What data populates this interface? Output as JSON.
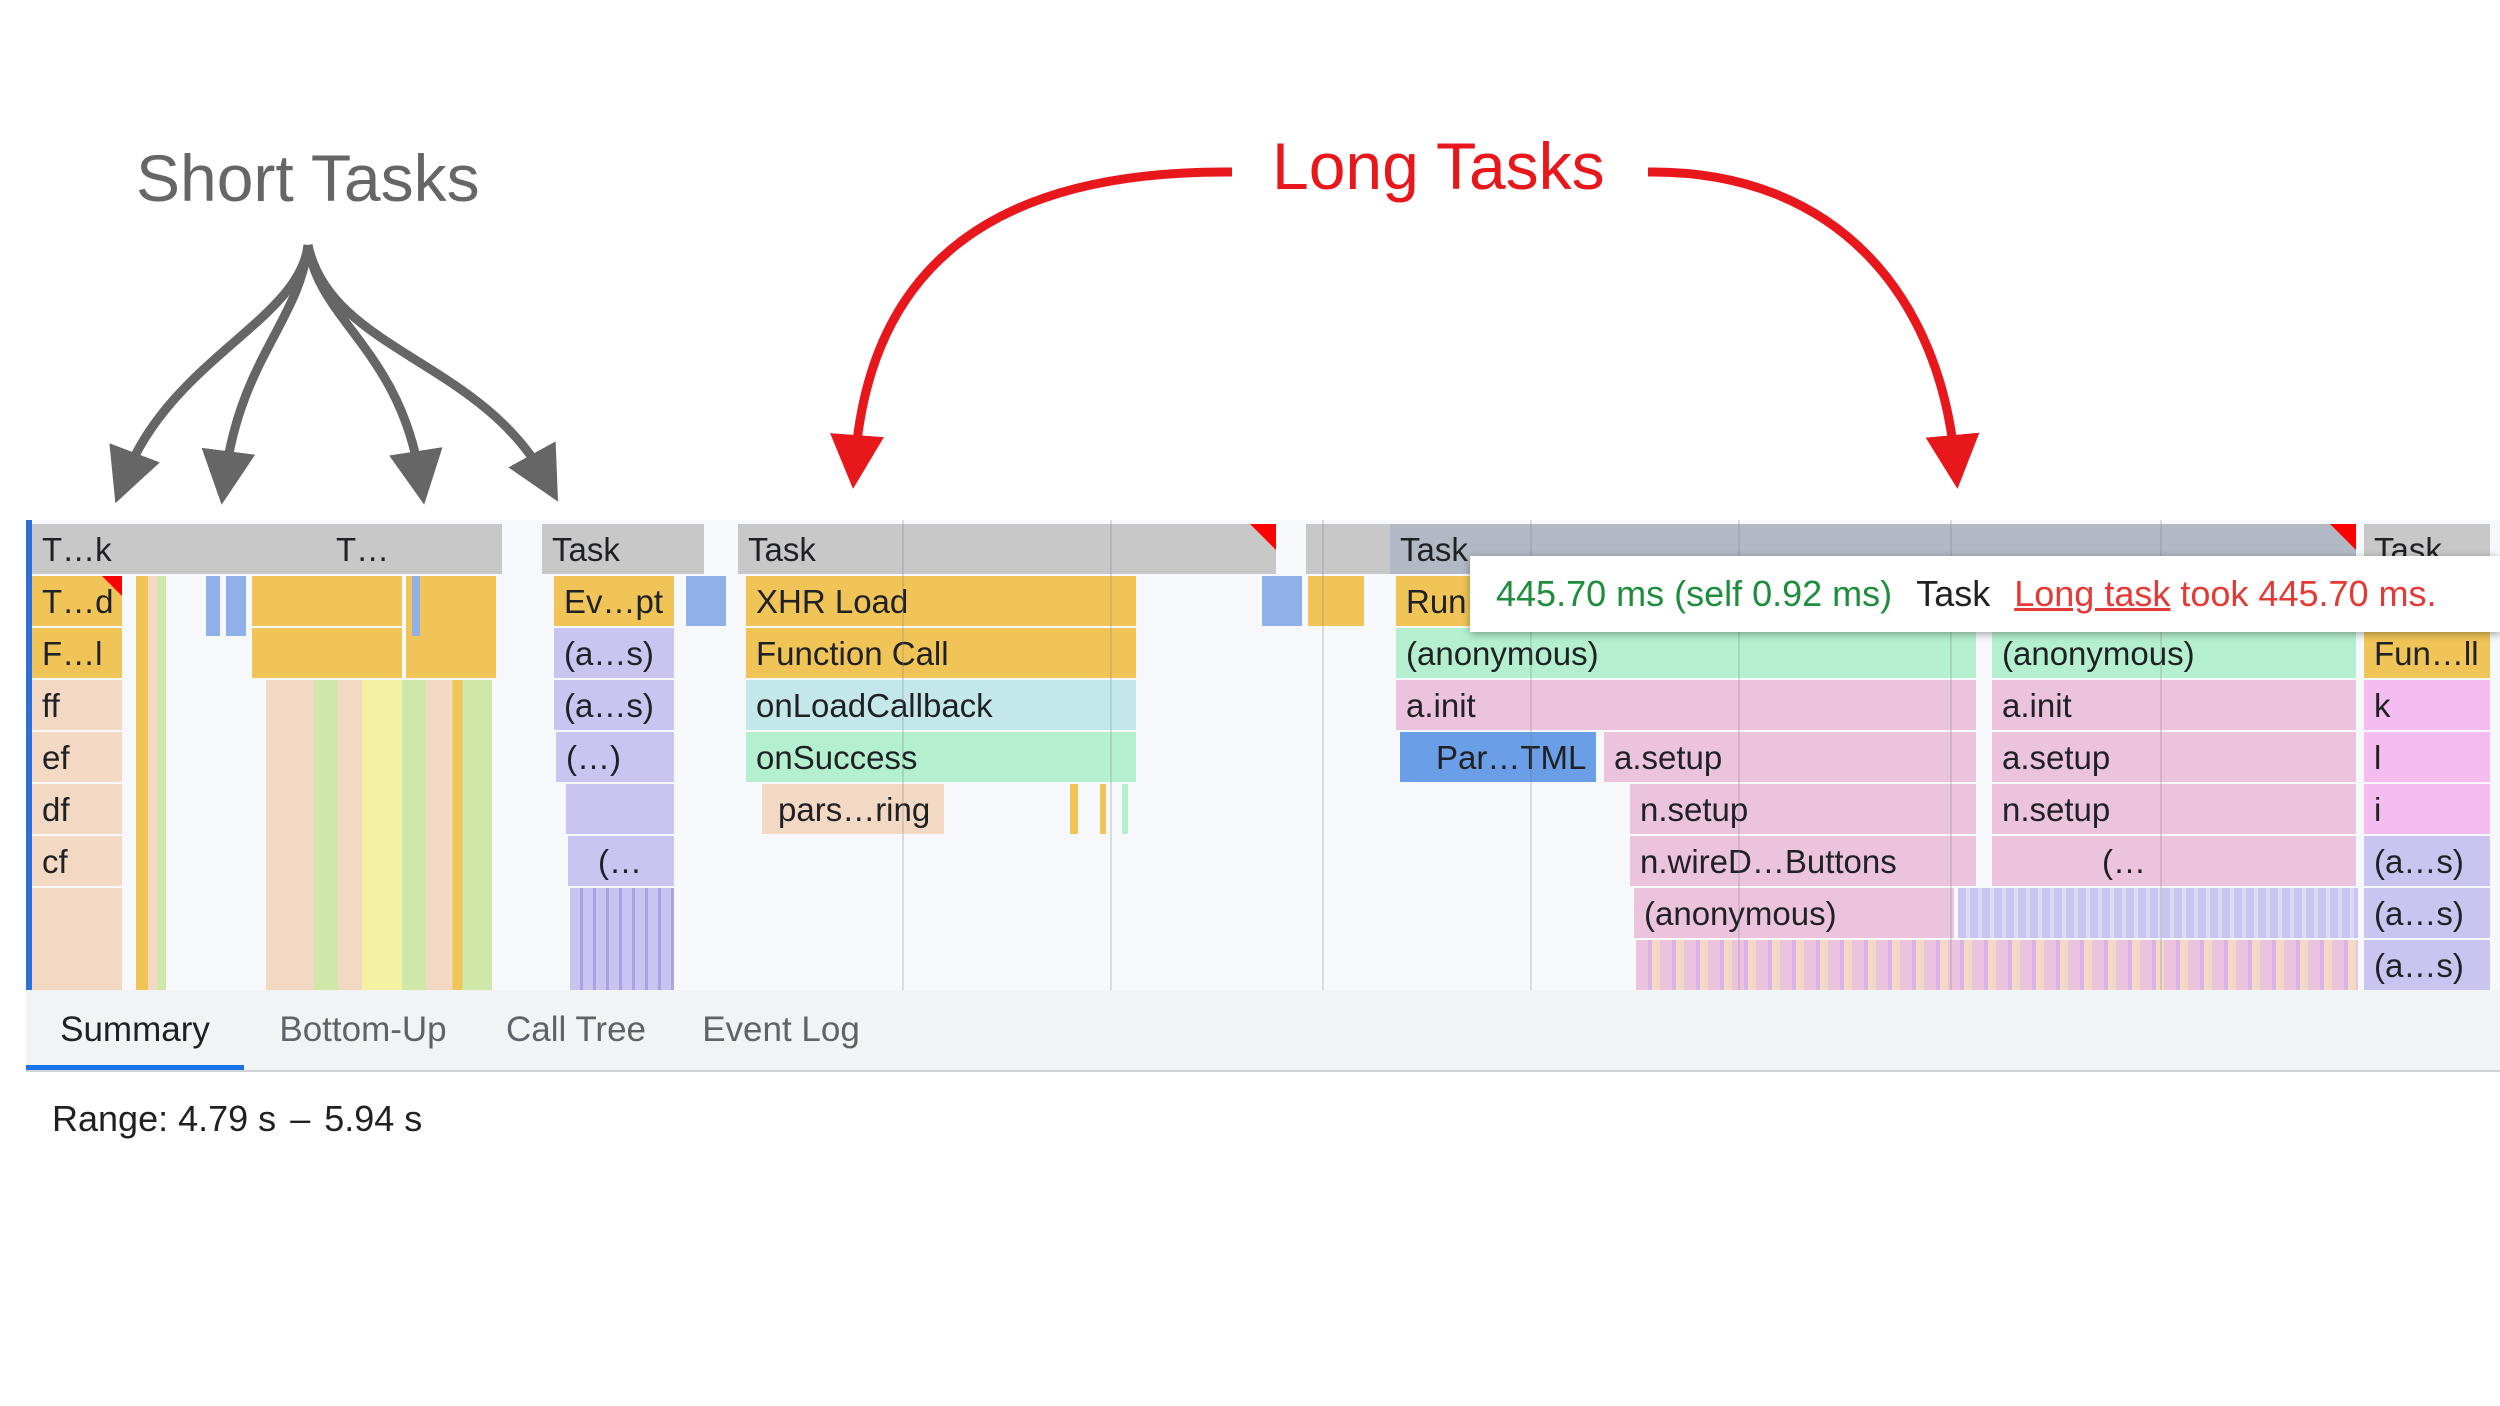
{
  "annotations": {
    "short_tasks": "Short Tasks",
    "long_tasks": "Long Tasks",
    "short_color": "#666666",
    "long_color": "#e8171c"
  },
  "flame_chart": {
    "row_labels": [
      "T…k",
      "T…d",
      "F…l",
      "ff",
      "ef",
      "df",
      "cf"
    ],
    "task_headers": [
      "T…",
      "Task",
      "Task",
      "Task",
      "Task"
    ],
    "column2": [
      "Ev…pt",
      "(a…s)",
      "(a…s)",
      "(…)",
      "(…"
    ],
    "long_task_1": [
      "XHR Load",
      "Function Call",
      "onLoadCallback",
      "onSuccess",
      "pars…ring"
    ],
    "long_task_2": {
      "run": "Run",
      "anonymous": "(anonymous)",
      "a_init": "a.init",
      "parse_html": "Par…TML",
      "a_setup": "a.setup",
      "n_setup": "n.setup",
      "wire_buttons": "n.wireD…Buttons",
      "nested_anonymous": "(anonymous)",
      "anonymous_2": "(anonymous)",
      "a_init_2": "a.init",
      "a_setup_2": "a.setup",
      "n_setup_2": "n.setup",
      "ellipsis": "(…"
    },
    "right_column": [
      "Fun…ll",
      "k",
      "l",
      "i",
      "(a…s)",
      "(a…s)",
      "(a…s)"
    ],
    "colors": {
      "task": "#c8c8c8",
      "task_long": "#b3b9c4",
      "scripting_yellow": "#f0c456",
      "callback_teal": "#c4e8ea",
      "anonymous_green": "#b4f0cf",
      "parse_beige": "#f3d9c4",
      "init_pink": "#ebc3dd",
      "parse_html_blue": "#6a9ee6",
      "purple": "#c9c5f0",
      "magenta": "#f5bcef",
      "long_task_marker": "#ff0000"
    }
  },
  "tooltip": {
    "duration": "445.70 ms (self 0.92 ms)",
    "name": "Task",
    "warning_link": "Long task",
    "warning_text": "took 445.70 ms."
  },
  "tabs": [
    "Summary",
    "Bottom-Up",
    "Call Tree",
    "Event Log"
  ],
  "active_tab": "Summary",
  "range": {
    "label": "Range:",
    "start": "4.79 s",
    "separator": "–",
    "end": "5.94 s"
  }
}
